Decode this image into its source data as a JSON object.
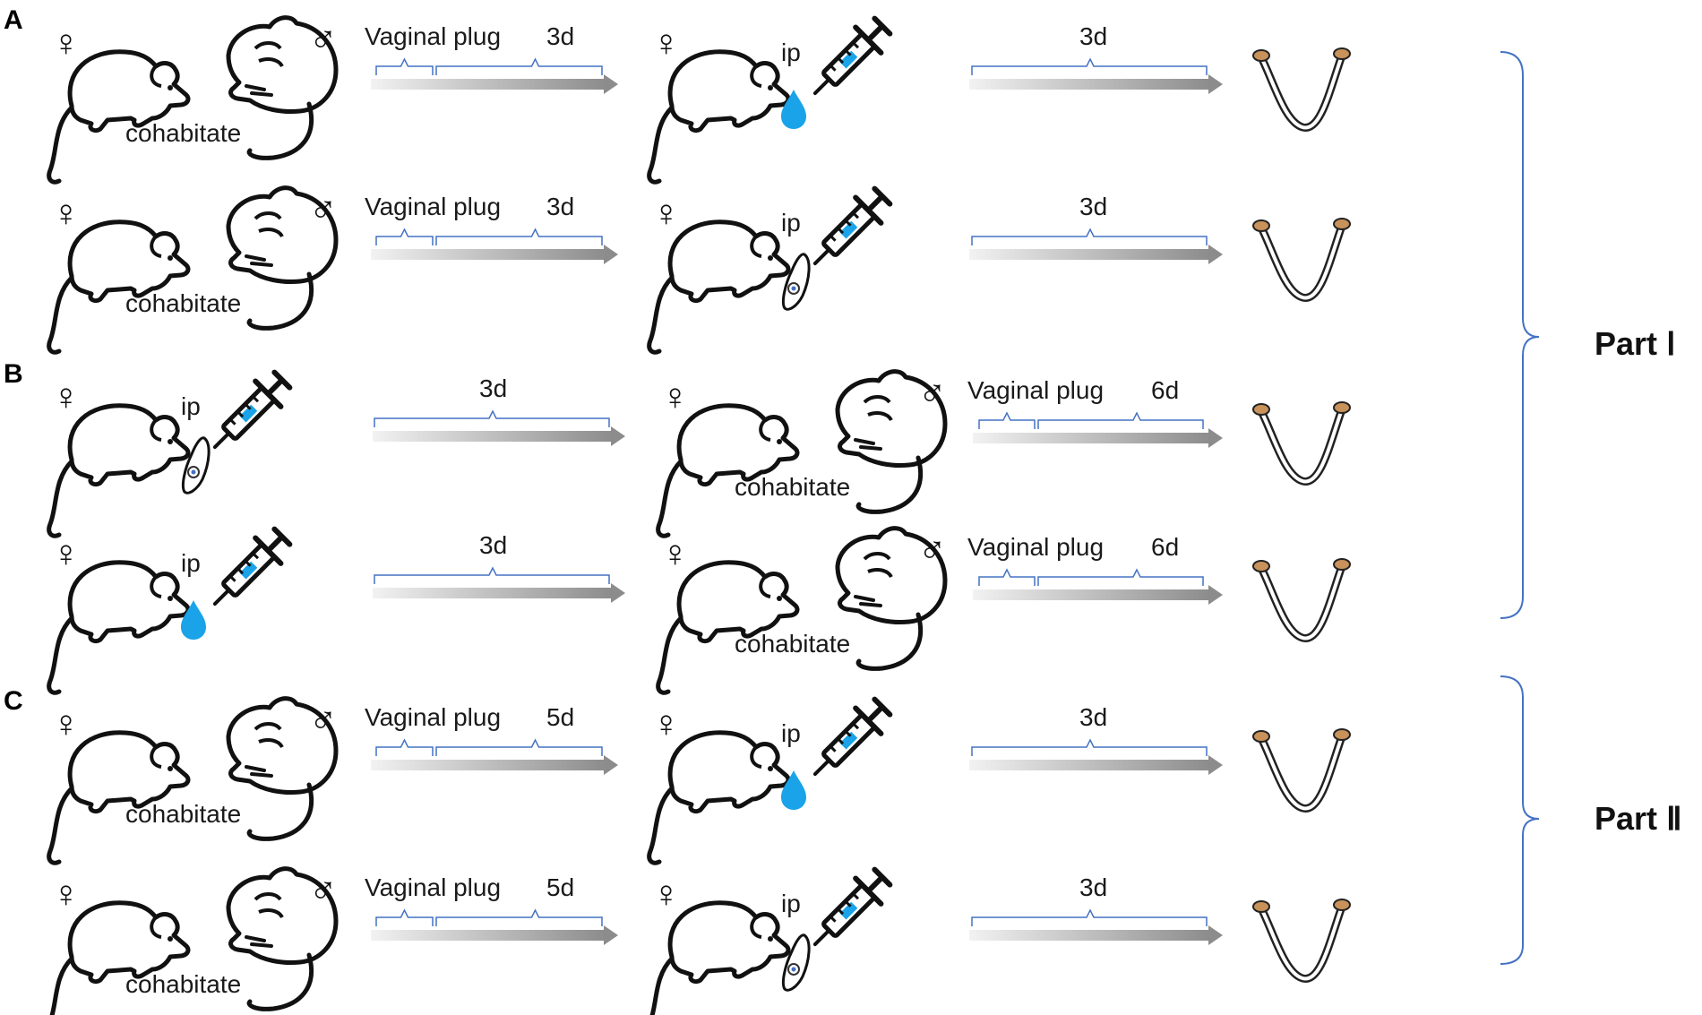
{
  "panels": [
    {
      "label": "A",
      "rows": [
        {
          "pre": "mating",
          "plug_label": "Vaginal plug",
          "days1": "3d",
          "inject": "water",
          "days2": "3d"
        },
        {
          "pre": "mating",
          "plug_label": "Vaginal plug",
          "days1": "3d",
          "inject": "parasite",
          "days2": "3d"
        }
      ]
    },
    {
      "label": "B",
      "rows": [
        {
          "pre": "inject",
          "inject": "parasite",
          "days1": "3d",
          "plug_label": "Vaginal plug",
          "days2": "6d"
        },
        {
          "pre": "inject",
          "inject": "water",
          "days1": "3d",
          "plug_label": "Vaginal plug",
          "days2": "6d"
        }
      ]
    },
    {
      "label": "C",
      "rows": [
        {
          "pre": "mating",
          "plug_label": "Vaginal plug",
          "days1": "5d",
          "inject": "water",
          "days2": "3d"
        },
        {
          "pre": "mating",
          "plug_label": "Vaginal plug",
          "days1": "5d",
          "inject": "parasite",
          "days2": "3d"
        }
      ]
    }
  ],
  "labels": {
    "cohabitate": "cohabitate",
    "ip": "ip",
    "female_symbol": "♀",
    "male_symbol": "♂"
  },
  "parts": [
    {
      "label": "Part Ⅰ",
      "panels": [
        "A",
        "B"
      ]
    },
    {
      "label": "Part Ⅱ",
      "panels": [
        "C"
      ]
    }
  ],
  "colors": {
    "bracket": "#4472c4",
    "drop": "#1aa3e8",
    "arrow": "#7f7f7f",
    "cap": "#b07a4a"
  },
  "icons": [
    "female-mouse-icon",
    "male-mouse-icon",
    "syringe-icon",
    "water-drop-icon",
    "parasite-icon",
    "uterus-icon"
  ]
}
